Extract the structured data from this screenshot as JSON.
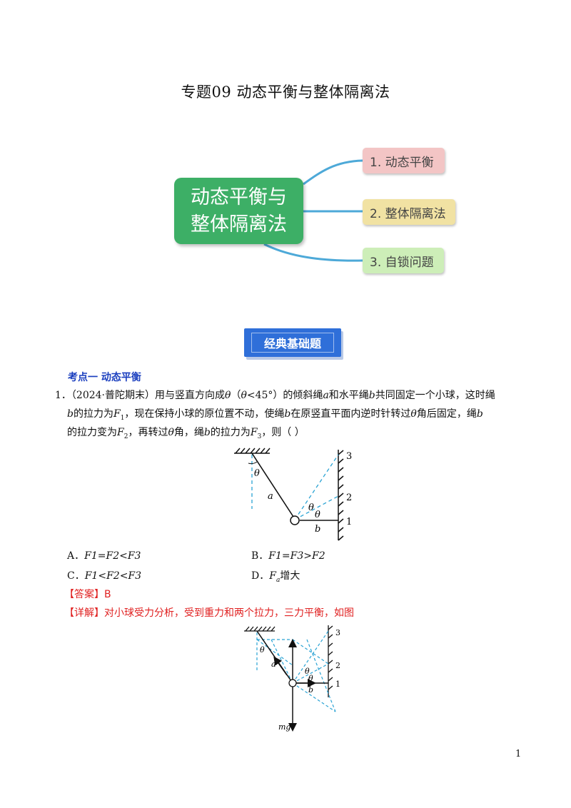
{
  "title": "专题09  动态平衡与整体隔离法",
  "mindmap": {
    "central_line1": "动态平衡与",
    "central_line2": "整体隔离法",
    "branches": [
      "1. 动态平衡",
      "2. 整体隔离法",
      "3. 自锁问题"
    ],
    "colors": {
      "central": "#3daf66",
      "branch1": "#f3c5c5",
      "branch2": "#f1e2a3",
      "branch3": "#cdeeb8",
      "connector": "#4da9d8"
    }
  },
  "section_banner": "经典基础题",
  "topic_heading": "考点一  动态平衡",
  "question": {
    "number": "1．",
    "source": "（2024·普陀期末）",
    "p1": "用与竖直方向成",
    "theta": "θ",
    "p2": "（",
    "p3": "<45°）的倾斜绳",
    "a": "a",
    "p4": "和水平绳",
    "b": "b",
    "p5": "共同固定一个小球，这时绳",
    "p6": "的拉力为",
    "F": "F",
    "s1": "1",
    "p7": "，现在保持小球的原位置不动，使绳",
    "p8": "在原竖直平面内逆时针转过",
    "p9": "角后固定，绳",
    "p10": "的拉力变为",
    "s2": "2",
    "p11": "，再转过",
    "p12": "角，绳",
    "p13": "的拉力为",
    "s3": "3",
    "p14": "，则（        ）"
  },
  "options": {
    "a_label": "A．",
    "a_text": "F1=F2<F3",
    "b_label": "B．",
    "b_text": "F1=F3>F2",
    "c_label": "C．",
    "c_text": "F1<F2<F3",
    "d_label": "D．",
    "d_pre": "F",
    "d_sub": "a",
    "d_post": "增大"
  },
  "figure1_labels": {
    "theta": "θ",
    "a": "a",
    "b": "b",
    "n1": "1",
    "n2": "2",
    "n3": "3"
  },
  "figure2_labels": {
    "theta": "θ",
    "a": "a",
    "b": "b",
    "n1": "1",
    "n2": "2",
    "n3": "3",
    "mg": "mg"
  },
  "answer": "【答案】B",
  "explain_tag": "【详解】",
  "explain_text": "对小球受力分析，受到重力和两个拉力，三力平衡，如图",
  "page_number": "1"
}
